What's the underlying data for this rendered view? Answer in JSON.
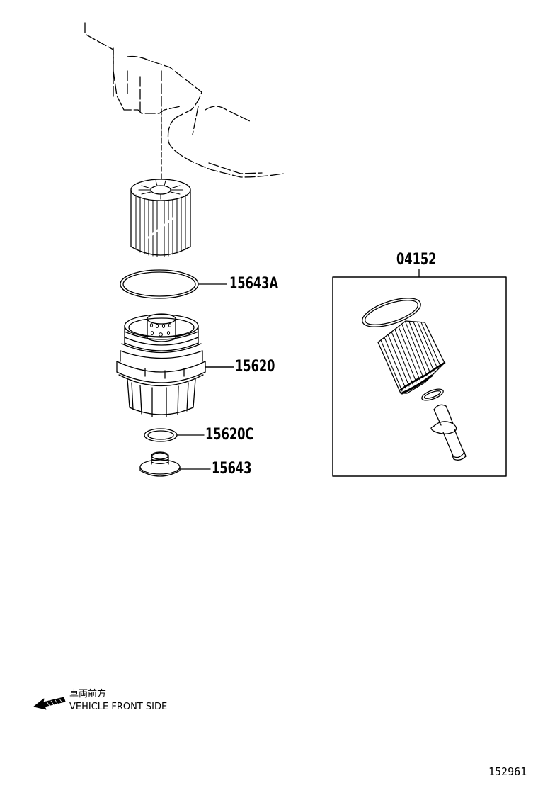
{
  "diagram": {
    "type": "exploded parts diagram",
    "subject": "Oil filter assembly",
    "figure_number": "152961"
  },
  "callouts": [
    {
      "id": "c-15643a",
      "label": "15643A",
      "part": "o-ring (large)"
    },
    {
      "id": "c-15620",
      "label": "15620",
      "part": "oil filter cap / housing"
    },
    {
      "id": "c-15620c",
      "label": "15620C",
      "part": "o-ring (small)"
    },
    {
      "id": "c-15643",
      "label": "15643",
      "part": "drain plug"
    },
    {
      "id": "c-04152",
      "label": "04152",
      "part": "oil filter element kit (boxed)"
    }
  ],
  "orientation_note": {
    "japanese": "車両前方",
    "english": "VEHICLE FRONT SIDE",
    "icon": "arrow-left-icon"
  },
  "colors": {
    "line": "#000000",
    "background": "#ffffff"
  }
}
